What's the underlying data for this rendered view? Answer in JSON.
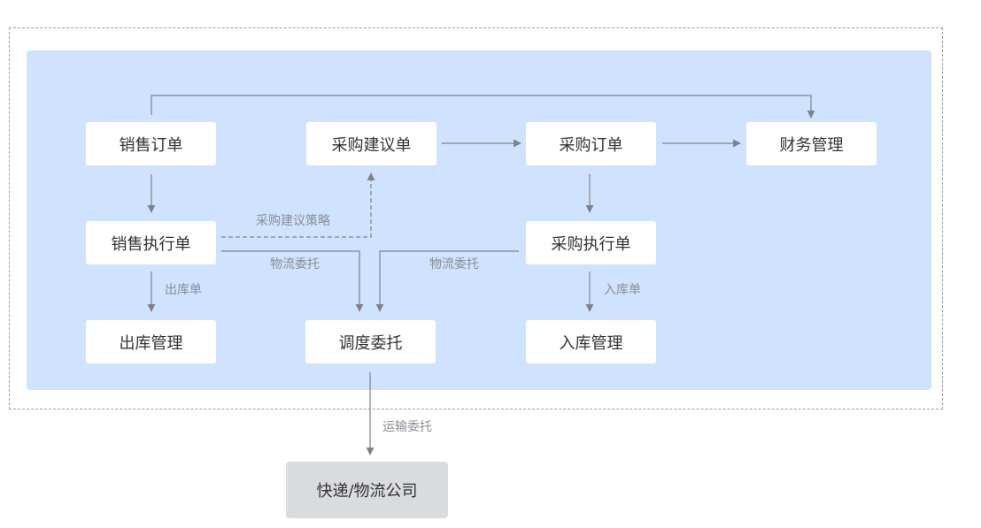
{
  "nodes": {
    "sales_order": "销售订单",
    "purchase_suggestion": "采购建议单",
    "purchase_order": "采购订单",
    "finance": "财务管理",
    "sales_execution": "销售执行单",
    "purchase_execution": "采购执行单",
    "outbound_management": "出库管理",
    "dispatch_entrust": "调度委托",
    "inbound_management": "入库管理",
    "courier_company": "快递/物流公司"
  },
  "edge_labels": {
    "purchase_suggestion_strategy": "采购建议策略",
    "logistics_entrust_left": "物流委托",
    "logistics_entrust_right": "物流委托",
    "outbound_doc": "出库单",
    "inbound_doc": "入库单",
    "transport_entrust": "运输委托"
  },
  "colors": {
    "panel": "#cfe3fe",
    "arrow": "#7f8389",
    "label": "#8a8e94",
    "external_node": "#d9dbdf"
  }
}
